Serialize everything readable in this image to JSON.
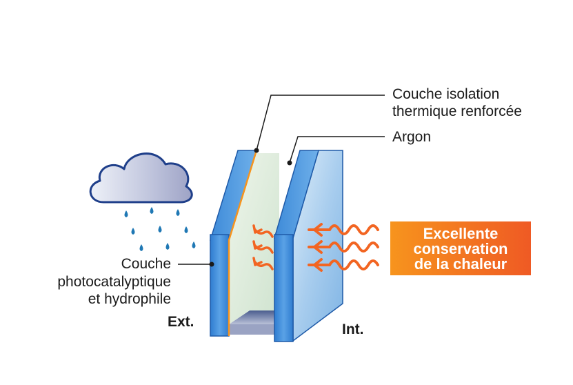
{
  "labels": {
    "insulation_line1": "Couche isolation",
    "insulation_line2": "thermique renforcée",
    "argon": "Argon",
    "coating_line1": "Couche",
    "coating_line2": "photocatalyptique",
    "coating_line3": "et hydrophile",
    "exterior": "Ext.",
    "interior": "Int."
  },
  "callout": {
    "line1": "Excellente",
    "line2": "conservation",
    "line3": "de la chaleur"
  },
  "colors": {
    "orange": "#f26522",
    "orange_light": "#f7941d",
    "glass_blue": "#4a90d9",
    "gas_green": "#dfeedd",
    "rain_blue": "#1f78b4"
  }
}
